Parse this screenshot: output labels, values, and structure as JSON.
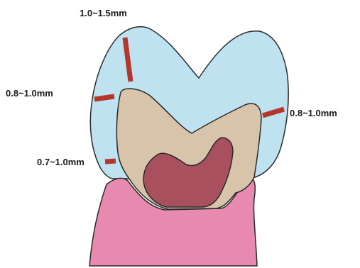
{
  "labels": {
    "occlusal_thickness": "1.0~1.5mm",
    "buccal_thickness": "0.8~1.0mm",
    "lingual_thickness": "0.8~1.0mm",
    "cervical_thickness": "0.7~1.0mm"
  },
  "colors": {
    "crown": "#bfe2f0",
    "crown_outline": "#2a2a2a",
    "dentin_core": "#d8c3ab",
    "pulp": "#a8505e",
    "gingiva": "#e88ab0",
    "measure_marks": "#b5362b"
  }
}
